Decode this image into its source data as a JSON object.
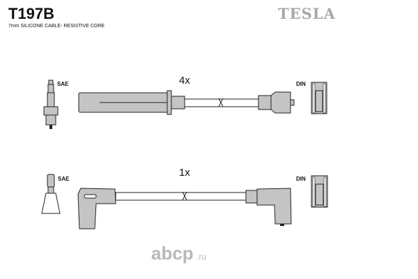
{
  "header": {
    "part_number": "T197B",
    "description": "7mm SILICONE CABLE- RESISTIVE CORE",
    "brand_logo": "TESLA"
  },
  "rows": [
    {
      "quantity": "4x",
      "left_label": "SAE",
      "right_label": "DIN"
    },
    {
      "quantity": "1x",
      "left_label": "SAE",
      "right_label": "DIN"
    }
  ],
  "watermark": {
    "main": "abcp",
    "suffix": ".ru"
  },
  "colors": {
    "part_fill": "#c4c4c4",
    "logo": "#a8a8a8",
    "watermark": "#b8b8b8"
  }
}
